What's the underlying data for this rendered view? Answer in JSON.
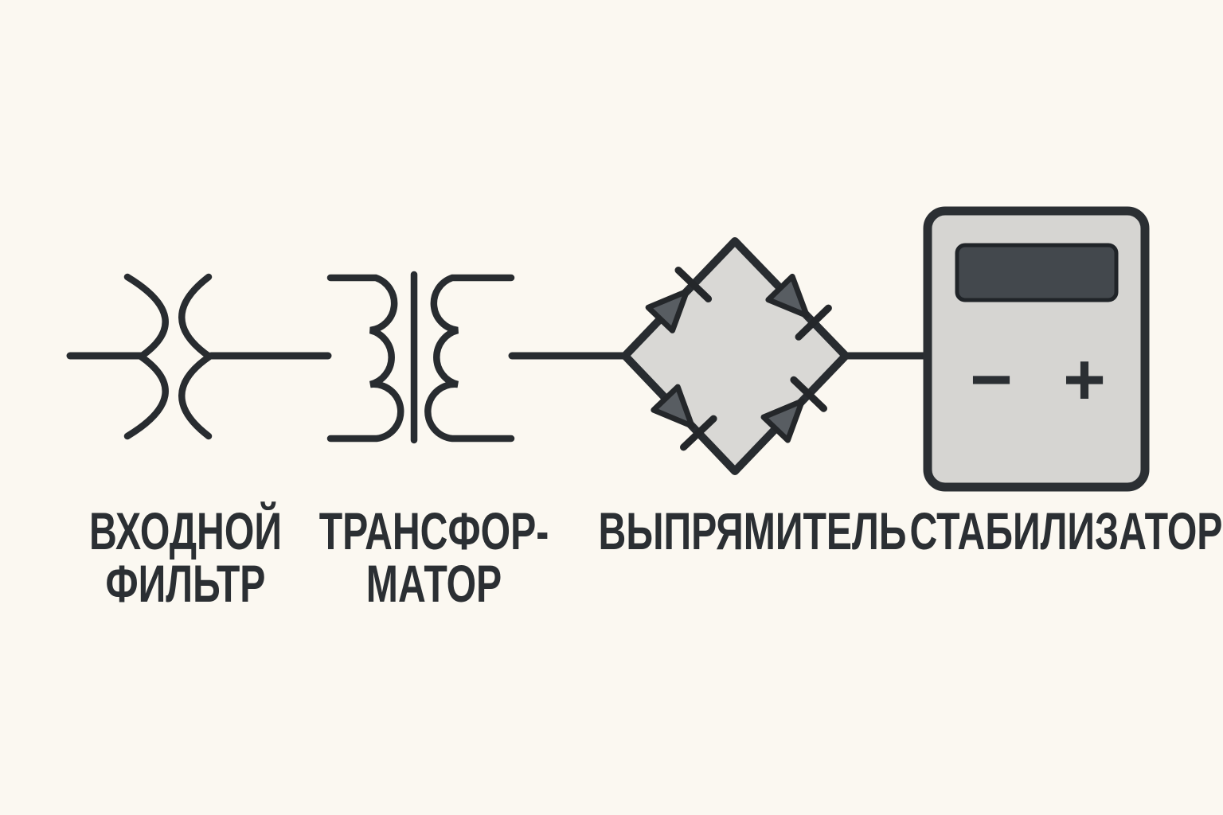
{
  "diagram": {
    "title": "Power supply block schematic (Russian)",
    "background_color": "#fbf8f1",
    "stroke_color": "#282c30",
    "bridge_fill_color": "#d9d8d5",
    "diode_fill_color": "#585d62",
    "box_fill_color": "#d6d5d2",
    "display_fill_color": "#43484d",
    "text_color": "#2b2f33"
  },
  "labels": {
    "input_filter": {
      "line1": "ВХОДНОЙ",
      "line2": "ФИЛЬТР"
    },
    "transformer": {
      "line1": "ТРАНСФОР-",
      "line2": "МАТОР"
    },
    "rectifier": {
      "label": "ВЫПРЯМИТЕЛЬ"
    },
    "stabilizer": {
      "label": "СТАБИЛИЗАТОР"
    }
  },
  "stabilizer_panel": {
    "minus": "−",
    "plus": "+"
  }
}
